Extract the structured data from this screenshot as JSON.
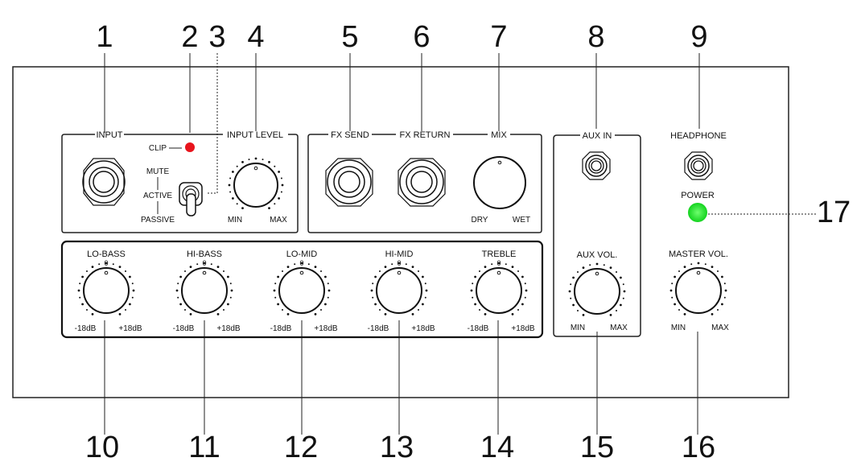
{
  "callouts": {
    "n1": "1",
    "n2": "2",
    "n3": "3",
    "n4": "4",
    "n5": "5",
    "n6": "6",
    "n7": "7",
    "n8": "8",
    "n9": "9",
    "n10": "10",
    "n11": "11",
    "n12": "12",
    "n13": "13",
    "n14": "14",
    "n15": "15",
    "n16": "16",
    "n17": "17"
  },
  "input_section": {
    "input": "INPUT",
    "clip": "CLIP",
    "input_level": "INPUT LEVEL",
    "mute": "MUTE",
    "active": "ACTIVE",
    "passive": "PASSIVE",
    "min": "MIN",
    "max": "MAX"
  },
  "fx_section": {
    "fx_send": "FX SEND",
    "fx_return": "FX RETURN",
    "mix": "MIX",
    "dry": "DRY",
    "wet": "WET"
  },
  "eq": {
    "zero": "0",
    "bands": [
      {
        "name": "LO-BASS",
        "min": "-18dB",
        "max": "+18dB"
      },
      {
        "name": "HI-BASS",
        "min": "-18dB",
        "max": "+18dB"
      },
      {
        "name": "LO-MID",
        "min": "-18dB",
        "max": "+18dB"
      },
      {
        "name": "HI-MID",
        "min": "-18dB",
        "max": "+18dB"
      },
      {
        "name": "TREBLE",
        "min": "-18dB",
        "max": "+18dB"
      }
    ]
  },
  "aux": {
    "aux_in": "AUX IN",
    "aux_vol": "AUX VOL.",
    "min": "MIN",
    "max": "MAX"
  },
  "right": {
    "headphone": "HEADPHONE",
    "power": "POWER",
    "master_vol": "MASTER VOL.",
    "min": "MIN",
    "max": "MAX"
  },
  "colors": {
    "clip_led": "#e8141c",
    "power_led": "#1ee02a"
  }
}
